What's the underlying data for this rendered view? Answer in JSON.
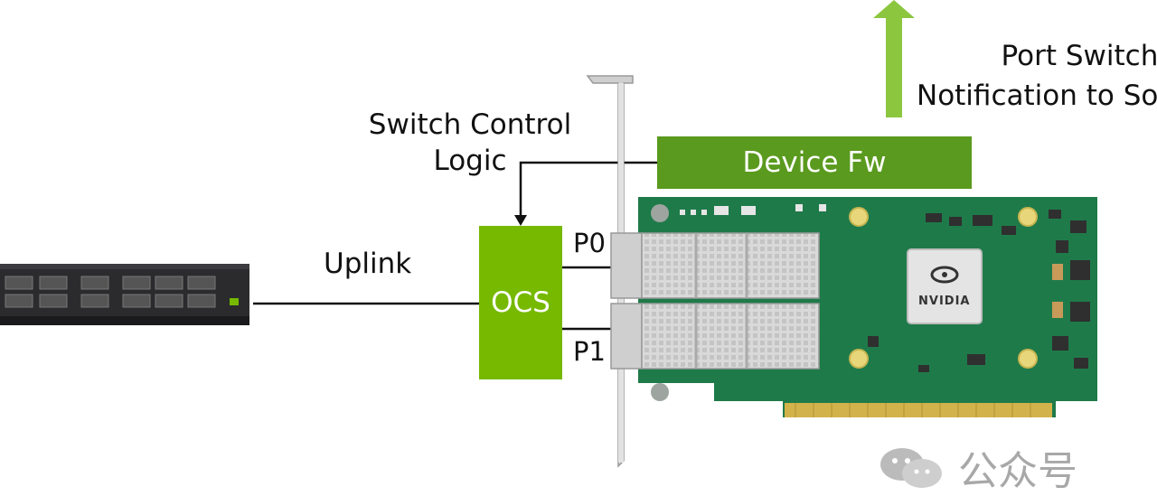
{
  "labels": {
    "switch_control_line1": "Switch Control",
    "switch_control_line2": "Logic",
    "uplink": "Uplink",
    "ocs": "OCS",
    "p0": "P0",
    "p1": "P1",
    "device_fw": "Device Fw",
    "notify_line1": "Port Switch",
    "notify_line2": "Notification to So",
    "chip_brand": "NVIDIA"
  },
  "watermark": {
    "icon": "wechat-icon",
    "text": "公众号"
  },
  "colors": {
    "ocs_green": "#76b900",
    "fw_green": "#5a9a1e",
    "arrow_green": "#8cc63f",
    "pcb_green": "#1f7a4a"
  }
}
